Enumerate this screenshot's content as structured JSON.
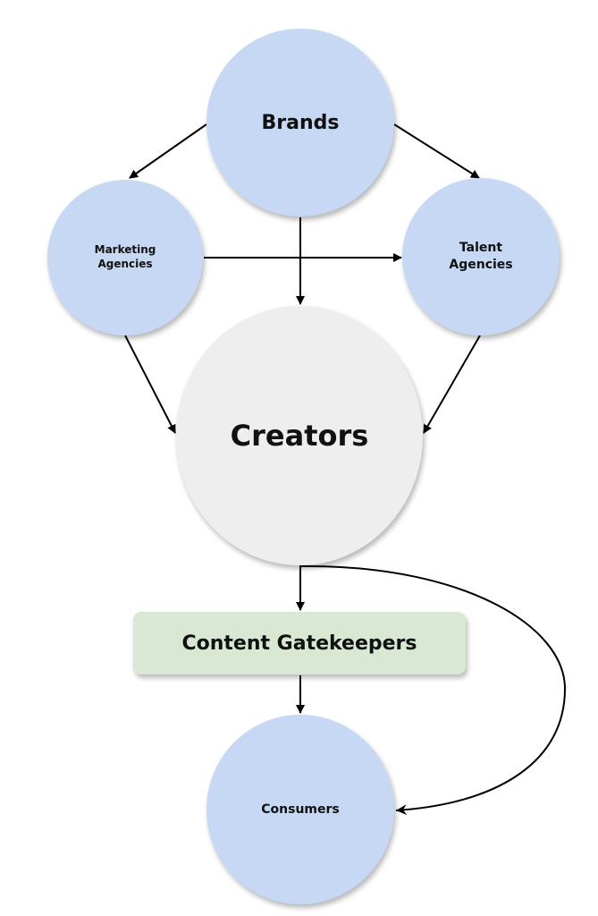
{
  "diagram": {
    "type": "flowchart",
    "colors": {
      "stakeholder_fill": "#c6d8f4",
      "creator_fill": "#eeeeee",
      "gatekeeper_fill": "#d8e8d2",
      "edge": "#000000",
      "text": "#111111"
    },
    "nodes": {
      "brands": {
        "label": "Brands",
        "shape": "circle"
      },
      "marketing": {
        "label": "Marketing\nAgencies",
        "shape": "circle"
      },
      "talent": {
        "label": "Talent\nAgencies",
        "shape": "circle"
      },
      "creators": {
        "label": "Creators",
        "shape": "circle"
      },
      "gatekeepers": {
        "label": "Content Gatekeepers",
        "shape": "rounded-rectangle"
      },
      "consumers": {
        "label": "Consumers",
        "shape": "circle"
      }
    },
    "edges": [
      {
        "from": "brands",
        "to": "marketing",
        "style": "straight"
      },
      {
        "from": "brands",
        "to": "talent",
        "style": "straight"
      },
      {
        "from": "brands",
        "to": "creators",
        "style": "straight"
      },
      {
        "from": "marketing",
        "to": "talent",
        "style": "straight"
      },
      {
        "from": "marketing",
        "to": "creators",
        "style": "straight"
      },
      {
        "from": "talent",
        "to": "creators",
        "style": "straight"
      },
      {
        "from": "creators",
        "to": "gatekeepers",
        "style": "straight"
      },
      {
        "from": "gatekeepers",
        "to": "consumers",
        "style": "straight"
      },
      {
        "from": "creators",
        "to": "consumers",
        "style": "curved",
        "head": "open"
      }
    ]
  }
}
